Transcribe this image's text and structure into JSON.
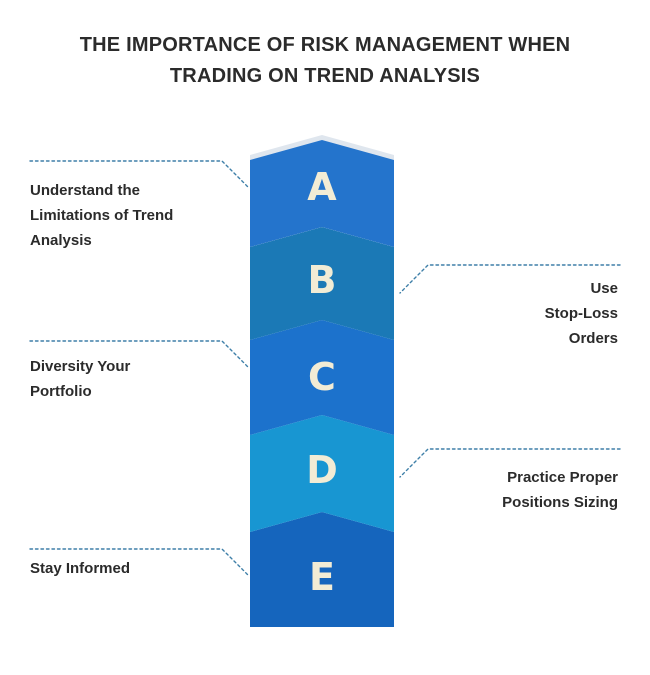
{
  "title": {
    "line1": "THE IMPORTANCE OF RISK MANAGEMENT WHEN",
    "line2": "TRADING ON TREND ANALYSIS"
  },
  "colors": {
    "seg_a": "#2474cc",
    "seg_b": "#1b79b6",
    "seg_c": "#1c72cc",
    "seg_d": "#1896d2",
    "seg_e": "#1565bd",
    "letter": "#f2ecd5",
    "connector": "#3e7fa8",
    "text": "#2b2b2b"
  },
  "steps": [
    {
      "letter": "A",
      "lines": [
        "Understand the",
        "Limitations of Trend",
        "Analysis"
      ],
      "side": "left"
    },
    {
      "letter": "B",
      "lines": [
        "Use",
        "Stop-Loss",
        "Orders"
      ],
      "side": "right"
    },
    {
      "letter": "C",
      "lines": [
        "Diversity Your",
        "Portfolio"
      ],
      "side": "left"
    },
    {
      "letter": "D",
      "lines": [
        "Practice Proper",
        "Positions Sizing"
      ],
      "side": "right"
    },
    {
      "letter": "E",
      "lines": [
        "Stay Informed"
      ],
      "side": "left"
    }
  ]
}
